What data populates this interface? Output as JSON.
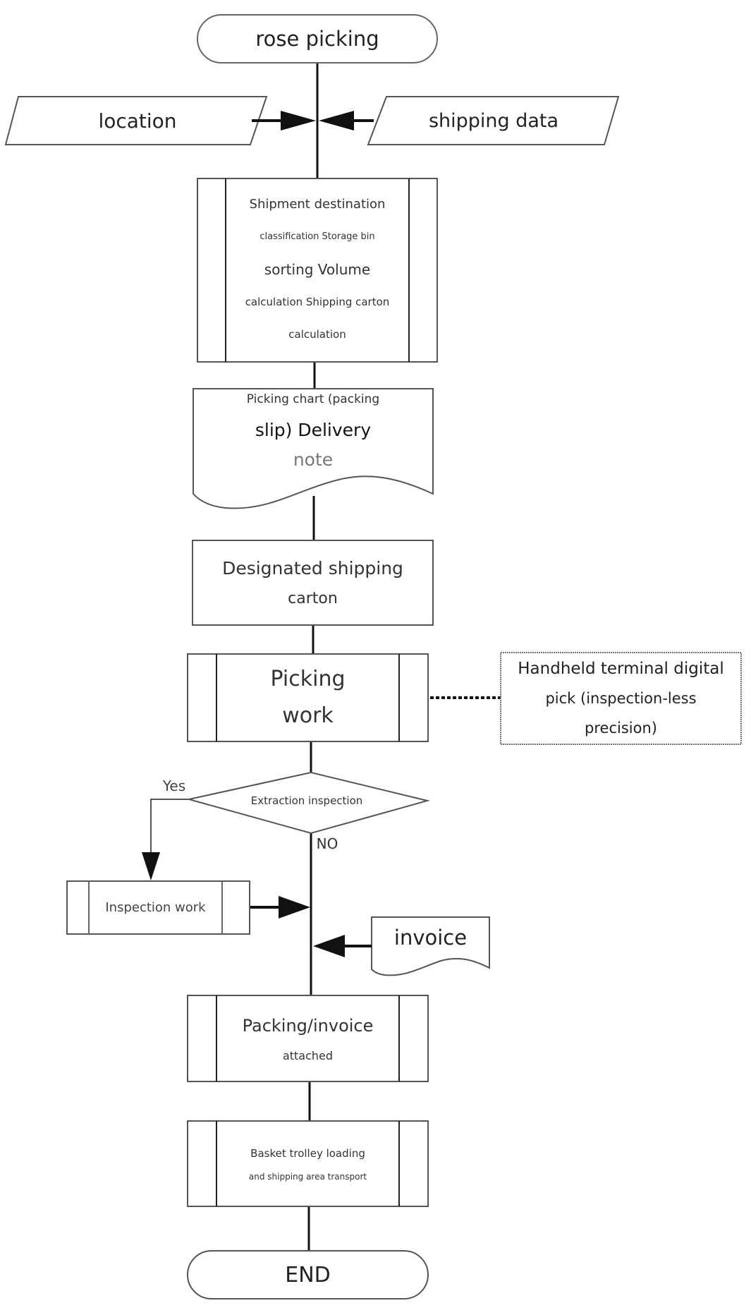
{
  "diagram": {
    "type": "flowchart",
    "nodes": {
      "start": {
        "kind": "terminal",
        "label": "rose picking"
      },
      "location": {
        "kind": "data-input",
        "label": "location"
      },
      "shipping_data": {
        "kind": "data-input",
        "label": "shipping data"
      },
      "process_calc": {
        "kind": "predefined-process",
        "lines": [
          "Shipment destination",
          "classification Storage bin",
          "sorting Volume",
          "calculation Shipping carton",
          "calculation"
        ]
      },
      "picking_chart": {
        "kind": "document",
        "lines": [
          "Picking chart (packing",
          "slip) Delivery",
          "note"
        ]
      },
      "designated_carton": {
        "kind": "process",
        "lines": [
          "Designated shipping",
          "carton"
        ]
      },
      "picking_work": {
        "kind": "predefined-process",
        "lines": [
          "Picking",
          "work"
        ]
      },
      "handheld": {
        "kind": "annotation",
        "lines": [
          "Handheld terminal digital",
          "pick (inspection-less",
          "precision)"
        ]
      },
      "extraction_inspection": {
        "kind": "decision",
        "label": "Extraction inspection"
      },
      "inspection_work": {
        "kind": "predefined-process",
        "label": "Inspection work"
      },
      "invoice": {
        "kind": "document",
        "label": "invoice"
      },
      "packing": {
        "kind": "predefined-process",
        "lines": [
          "Packing/invoice",
          "attached"
        ]
      },
      "basket": {
        "kind": "predefined-process",
        "lines": [
          "Basket trolley loading",
          "and shipping area transport"
        ]
      },
      "end": {
        "kind": "terminal",
        "label": "END"
      }
    },
    "edge_labels": {
      "yes": "Yes",
      "no": "NO"
    },
    "edges": [
      {
        "from": "start",
        "to": "process_calc"
      },
      {
        "from": "location",
        "to": "main-flow"
      },
      {
        "from": "shipping_data",
        "to": "main-flow"
      },
      {
        "from": "process_calc",
        "to": "picking_chart"
      },
      {
        "from": "picking_chart",
        "to": "designated_carton"
      },
      {
        "from": "designated_carton",
        "to": "picking_work"
      },
      {
        "from": "picking_work",
        "to": "handheld",
        "style": "dotted"
      },
      {
        "from": "picking_work",
        "to": "extraction_inspection"
      },
      {
        "from": "extraction_inspection",
        "to": "inspection_work",
        "label": "Yes"
      },
      {
        "from": "extraction_inspection",
        "to": "packing",
        "label": "NO"
      },
      {
        "from": "inspection_work",
        "to": "main-flow"
      },
      {
        "from": "invoice",
        "to": "main-flow"
      },
      {
        "from": "packing",
        "to": "basket"
      },
      {
        "from": "basket",
        "to": "end"
      }
    ]
  }
}
